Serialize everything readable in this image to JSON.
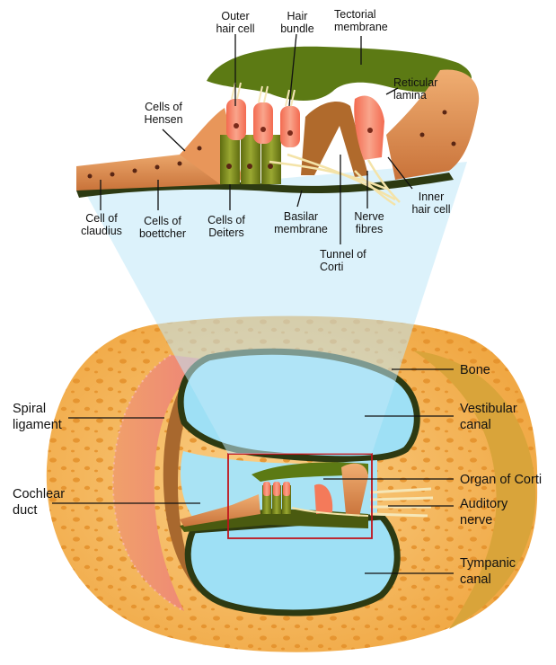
{
  "labels": {
    "outer_hair_cell": "Outer\nhair cell",
    "hair_bundle": "Hair\nbundle",
    "tectorial_membrane": "Tectorial\nmembrane",
    "reticular_lamina": "Reticular\nlamina",
    "cells_of_hensen": "Cells of\nHensen",
    "cell_of_claudius": "Cell of\nclaudius",
    "cells_of_boettcher": "Cells of\nboettcher",
    "cells_of_deiters": "Cells of\nDeiters",
    "basilar_membrane": "Basilar\nmembrane",
    "tunnel_of_corti": "Tunnel of\nCorti",
    "nerve_fibres": "Nerve\nfibres",
    "inner_hair_cell": "Inner\nhair cell",
    "bone": "Bone",
    "spiral_ligament": "Spiral\nligament",
    "vestibular_canal": "Vestibular\ncanal",
    "cochlear_duct": "Cochlear\nduct",
    "organ_of_corti": "Organ of Corti",
    "auditory_nerve": "Auditory\nnerve",
    "tympanic_canal": "Tympanic\ncanal"
  },
  "colors": {
    "bone": "#f3b455",
    "bone_pore": "#e08a22",
    "canal": "#9ee0f5",
    "tectorial": "#5c7a14",
    "hair_cell": "#f47a5a",
    "deiters": "#7a8a1c",
    "tissue": "#e1955a",
    "spiral_ligament": "#ee8b82",
    "magnify_beam": "#bfe8f7",
    "highlight_box": "#c0141c"
  }
}
